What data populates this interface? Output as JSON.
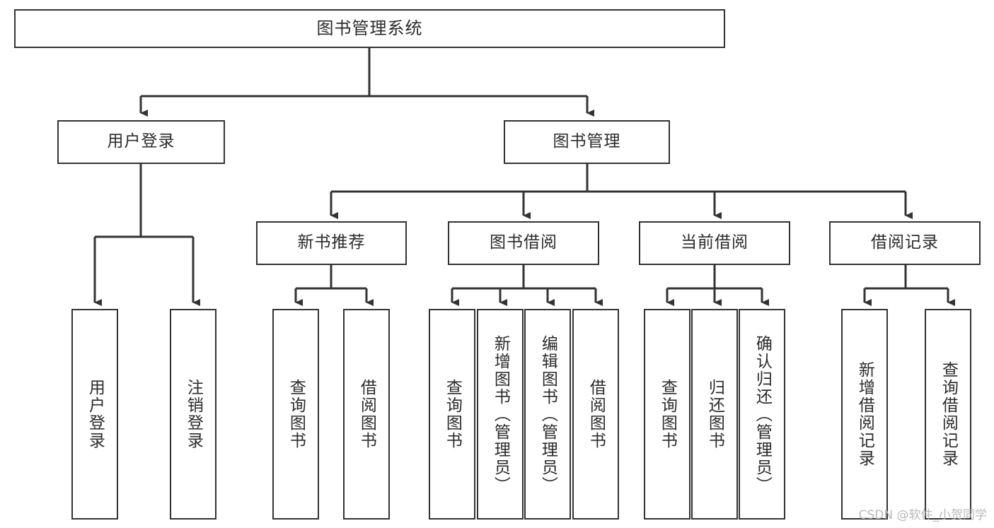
{
  "diagram": {
    "title": "图书管理系统",
    "type": "tree-hierarchy-diagram",
    "colors": {
      "box_border": "#333333",
      "box_fill": "#ffffff",
      "connector": "#333333",
      "text": "#2b2b2b",
      "watermark": "#b9b9b9",
      "background": "#ffffff"
    },
    "root": {
      "label": "图书管理系统"
    },
    "level2": [
      {
        "label": "用户登录"
      },
      {
        "label": "图书管理"
      }
    ],
    "level3": [
      {
        "label": "新书推荐"
      },
      {
        "label": "图书借阅"
      },
      {
        "label": "当前借阅"
      },
      {
        "label": "借阅记录"
      }
    ],
    "leaves": {
      "user_login": [
        {
          "label": "用户登录"
        },
        {
          "label": "注销登录"
        }
      ],
      "new_book_recommend": [
        {
          "label": "查询图书"
        },
        {
          "label": "借阅图书"
        }
      ],
      "book_borrow": [
        {
          "label": "查询图书"
        },
        {
          "label": "新增图书（管理员）"
        },
        {
          "label": "编辑图书（管理员）"
        },
        {
          "label": "借阅图书"
        }
      ],
      "current_borrow": [
        {
          "label": "查询图书"
        },
        {
          "label": "归还图书"
        },
        {
          "label": "确认归还（管理员）"
        }
      ],
      "borrow_record": [
        {
          "label": "新增借阅记录"
        },
        {
          "label": "查询借阅记录"
        }
      ]
    }
  },
  "watermark": {
    "text": "CSDN @软件_小贺同学"
  }
}
